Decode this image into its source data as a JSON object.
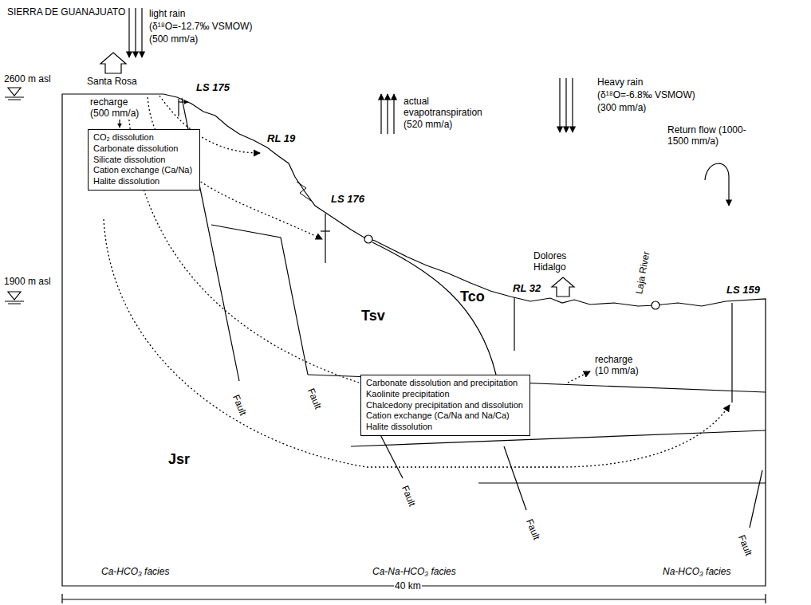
{
  "diagram": {
    "nodes": [
      {
        "text": [
          "CO₂ dissolution",
          "Carbonate dissolution",
          "Silicate dissolution",
          "Cation exchange (Ca/Na)",
          "Halite dissolution"
        ]
      },
      {
        "text": [
          "Carbonate dissolution and precipitation",
          "Kaolinite precipitation",
          "Chalcedony precipitation and dissolution",
          "Cation exchange (Ca/Na and Na/Ca)",
          "Halite dissolution"
        ]
      }
    ],
    "labels": [
      "SIERRA DE GUANAJUATO",
      "light rain",
      "(δ¹⁸O=-12.7‰ VSMOW)",
      "(500 mm/a)",
      "2600 m asl",
      "Santa Rosa",
      "recharge (500 mm/a)",
      "LS 175",
      "RL 19",
      "LS 176",
      "actual evapotranspiration (520 mm/a)",
      "1900 m asl",
      "Heavy rain",
      "(δ¹⁸O=-6.8‰ VSMOW)",
      "(300 mm/a)",
      "Return flow (1000-1500 mm/a)",
      "Dolores Hidalgo",
      "Laja River",
      "RL 32",
      "LS 159",
      "Tsv",
      "Tco",
      "recharge (10 mm/a)",
      "Jsr",
      "Fault",
      "Fault",
      "Fault",
      "Fault",
      "Fault",
      "Ca-HCO₃ facies",
      "Ca-Na-HCO₃ facies",
      "Na-HCO₃ facies",
      "40 km"
    ]
  }
}
